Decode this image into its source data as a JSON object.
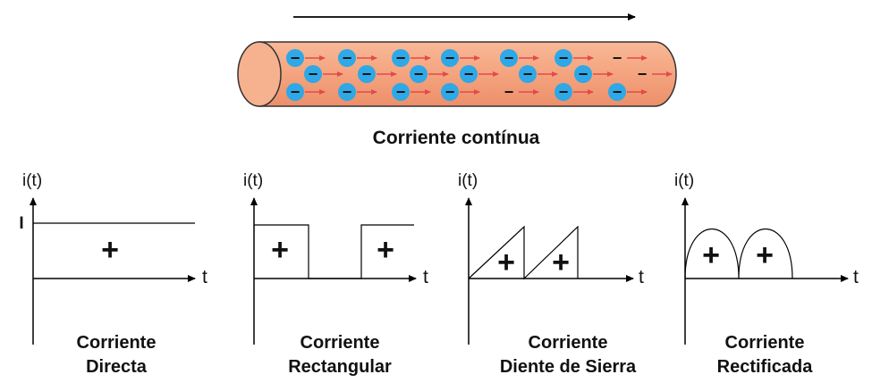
{
  "tube": {
    "caption": "Corriente contínua",
    "tube_fill": "#f4a47f",
    "tube_stroke": "#333333",
    "electron_color": "#2ea8e6",
    "arrow_color": "#e34a4a",
    "electron_sign": "−"
  },
  "graphs": [
    {
      "id": "directa",
      "y_label": "i(t)",
      "x_label": "t",
      "level_label": "I",
      "sign": "+",
      "title_line1": "Corriente",
      "title_line2": "Directa",
      "waveform": "constant"
    },
    {
      "id": "rectangular",
      "y_label": "i(t)",
      "x_label": "t",
      "sign": "+",
      "title_line1": "Corriente",
      "title_line2": "Rectangular",
      "waveform": "square"
    },
    {
      "id": "sierra",
      "y_label": "i(t)",
      "x_label": "t",
      "sign": "+",
      "title_line1": "Corriente",
      "title_line2": "Diente de Sierra",
      "waveform": "sawtooth"
    },
    {
      "id": "rectificada",
      "y_label": "i(t)",
      "x_label": "t",
      "sign": "+",
      "title_line1": "Corriente",
      "title_line2": "Rectificada",
      "waveform": "rectified"
    }
  ],
  "colors": {
    "line": "#000000",
    "background": "#ffffff"
  }
}
